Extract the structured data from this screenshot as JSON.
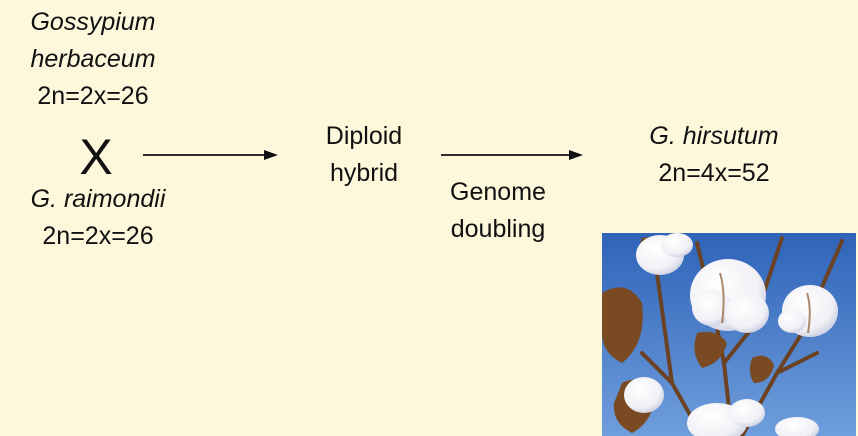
{
  "parent1": {
    "genus": "Gossypium",
    "species": "herbaceum",
    "ploidy": "2n=2x=26"
  },
  "cross_symbol": "X",
  "parent2": {
    "name": "G. raimondii",
    "ploidy": "2n=2x=26"
  },
  "hybrid": {
    "line1": "Diploid",
    "line2": "hybrid"
  },
  "process": {
    "line1": "Genome",
    "line2": "doubling"
  },
  "product": {
    "name": "G. hirsutum",
    "ploidy": "2n=4x=52"
  },
  "colors": {
    "background": "#fdf8dc",
    "text": "#111111",
    "sky": "#3f78c8",
    "cotton": "#ffffff",
    "boll": "#7a4a22"
  },
  "icons": {
    "arrows": "right-arrow-icon",
    "photo": "cotton-plant-photo"
  }
}
